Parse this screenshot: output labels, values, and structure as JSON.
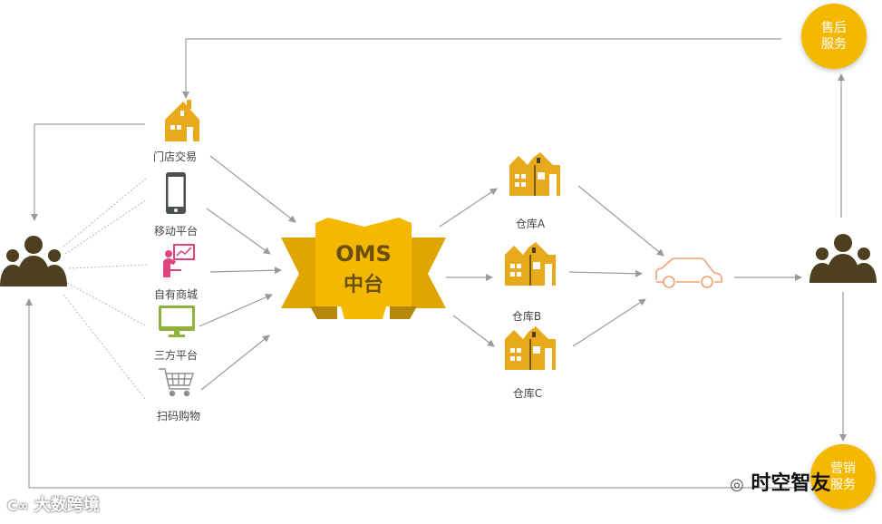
{
  "diagram": {
    "center": {
      "line1": "OMS",
      "line2": "中台"
    },
    "channels": [
      "门店交易",
      "移动平台",
      "自有商城",
      "三方平台",
      "扫码购物"
    ],
    "warehouses": [
      "仓库A",
      "仓库B",
      "仓库C"
    ],
    "after_sales": {
      "line1": "售后",
      "line2": "服务"
    },
    "marketing": {
      "line1": "营销",
      "line2": "服务"
    }
  },
  "watermarks": {
    "left": "大数跨境",
    "right": "时空智友"
  },
  "colors": {
    "accent": "#f5b800",
    "icon_gold": "#e8a91a",
    "people": "#4d3f1f",
    "arrow": "#9a9a9a",
    "car": "#f0a070"
  },
  "icons": [
    "house-icon",
    "phone-icon",
    "presenter-icon",
    "monitor-icon",
    "cart-icon",
    "warehouse-icon",
    "car-icon",
    "people-icon"
  ]
}
